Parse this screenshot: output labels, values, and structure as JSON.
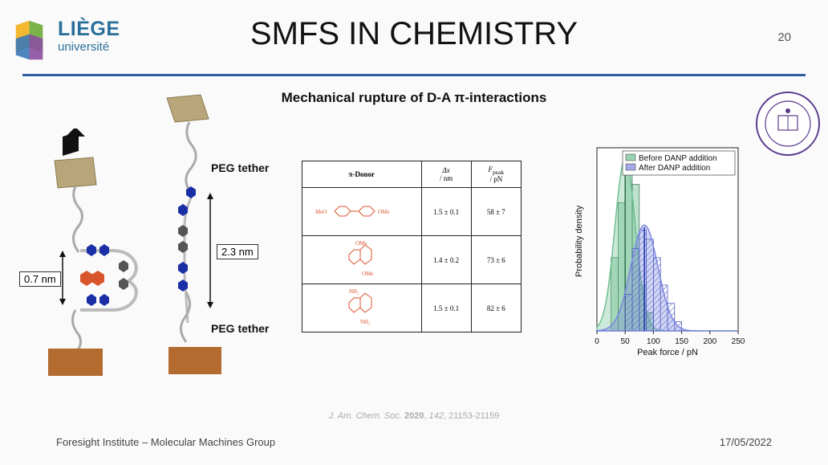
{
  "header": {
    "logo_line1": "LIÈGE",
    "logo_line2": "université",
    "title": "SMFS IN CHEMISTRY",
    "page_number": "20",
    "subtitle": "Mechanical rupture of D-A π-interactions"
  },
  "schematic": {
    "distance_left": "0.7 nm",
    "distance_right": "2.3 nm",
    "tether_top": "PEG tether",
    "tether_bottom": "PEG tether"
  },
  "table": {
    "headers": [
      "π-Donor",
      "Δx",
      "F"
    ],
    "header_units": [
      "",
      "/ nm",
      "/ pN"
    ],
    "header_sub": "peak",
    "rows": [
      {
        "donor_labels": [
          "MeO",
          "OMe"
        ],
        "dx": "1.5 ± 0.1",
        "f": "58 ± 7"
      },
      {
        "donor_labels": [
          "OMe",
          "OMe"
        ],
        "dx": "1.4 ± 0.2",
        "f": "73 ± 6"
      },
      {
        "donor_labels": [
          "NH₂",
          "NH₂"
        ],
        "dx": "1.5 ± 0.1",
        "f": "82 ± 6"
      }
    ]
  },
  "chart_data": {
    "type": "histogram",
    "xlabel": "Peak force / pN",
    "ylabel": "Probability density",
    "xlim": [
      0,
      250
    ],
    "xticks": [
      "0",
      "50",
      "100",
      "150",
      "200",
      "250"
    ],
    "series": [
      {
        "name": "Before DANP addition",
        "color": "#6fbf93",
        "bins": [
          [
            25,
            37.5,
            0.08
          ],
          [
            37.5,
            50,
            0.14
          ],
          [
            50,
            62.5,
            0.18
          ],
          [
            62.5,
            75,
            0.16
          ],
          [
            75,
            87.5,
            0.05
          ],
          [
            87.5,
            100,
            0.02
          ]
        ],
        "peak": 50
      },
      {
        "name": "After DANP addition",
        "color": "#7c86e0",
        "bins": [
          [
            50,
            62.5,
            0.04
          ],
          [
            62.5,
            75,
            0.09
          ],
          [
            75,
            87.5,
            0.11
          ],
          [
            87.5,
            100,
            0.1
          ],
          [
            100,
            112.5,
            0.08
          ],
          [
            112.5,
            125,
            0.05
          ],
          [
            125,
            137.5,
            0.03
          ],
          [
            137.5,
            150,
            0.01
          ]
        ],
        "peak": 84
      }
    ]
  },
  "citation": {
    "journal": "J. Am. Chem. Soc.",
    "year": "2020",
    "volume": "142",
    "pages": "21153-21159"
  },
  "footer": {
    "left": "Foresight Institute – Molecular Machines Group",
    "right": "17/05/2022"
  },
  "colors": {
    "rule": "#2f5e9e",
    "logo": "#2a6f9a",
    "molecule": "#d9552c",
    "hexagon_blue": "#1a2fa6"
  }
}
